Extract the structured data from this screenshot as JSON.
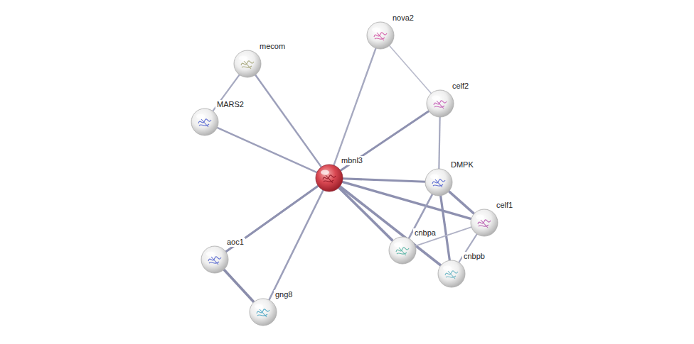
{
  "diagram": {
    "nodes": [
      {
        "text": [
          "nova2"
        ]
      },
      {
        "text": [
          "mecom"
        ]
      },
      {
        "text": [
          "celf2"
        ]
      },
      {
        "text": [
          "MARS2"
        ]
      },
      {
        "text": [
          "mbnl3"
        ]
      },
      {
        "text": [
          "DMPK"
        ]
      },
      {
        "text": [
          "celf1"
        ]
      },
      {
        "text": [
          "cnbpa"
        ]
      },
      {
        "text": [
          "aoc1"
        ]
      },
      {
        "text": [
          "cnbpb"
        ]
      },
      {
        "text": [
          "gng8"
        ]
      }
    ],
    "edges": [
      {
        "from": 4,
        "to": 1,
        "arrow": "none"
      },
      {
        "from": 4,
        "to": 3,
        "arrow": "none"
      },
      {
        "from": 1,
        "to": 3,
        "arrow": "none"
      },
      {
        "from": 4,
        "to": 0,
        "arrow": "none"
      },
      {
        "from": 0,
        "to": 2,
        "arrow": "none"
      },
      {
        "from": 4,
        "to": 2,
        "arrow": "none"
      },
      {
        "from": 2,
        "to": 5,
        "arrow": "none"
      },
      {
        "from": 4,
        "to": 5,
        "arrow": "none"
      },
      {
        "from": 4,
        "to": 6,
        "arrow": "none"
      },
      {
        "from": 4,
        "to": 7,
        "arrow": "none"
      },
      {
        "from": 4,
        "to": 9,
        "arrow": "none"
      },
      {
        "from": 5,
        "to": 7,
        "arrow": "none"
      },
      {
        "from": 5,
        "to": 6,
        "arrow": "none"
      },
      {
        "from": 5,
        "to": 9,
        "arrow": "none"
      },
      {
        "from": 6,
        "to": 7,
        "arrow": "none"
      },
      {
        "from": 6,
        "to": 9,
        "arrow": "none"
      },
      {
        "from": 4,
        "to": 8,
        "arrow": "none"
      },
      {
        "from": 4,
        "to": 10,
        "arrow": "none"
      },
      {
        "from": 8,
        "to": 10,
        "arrow": "none"
      }
    ]
  }
}
